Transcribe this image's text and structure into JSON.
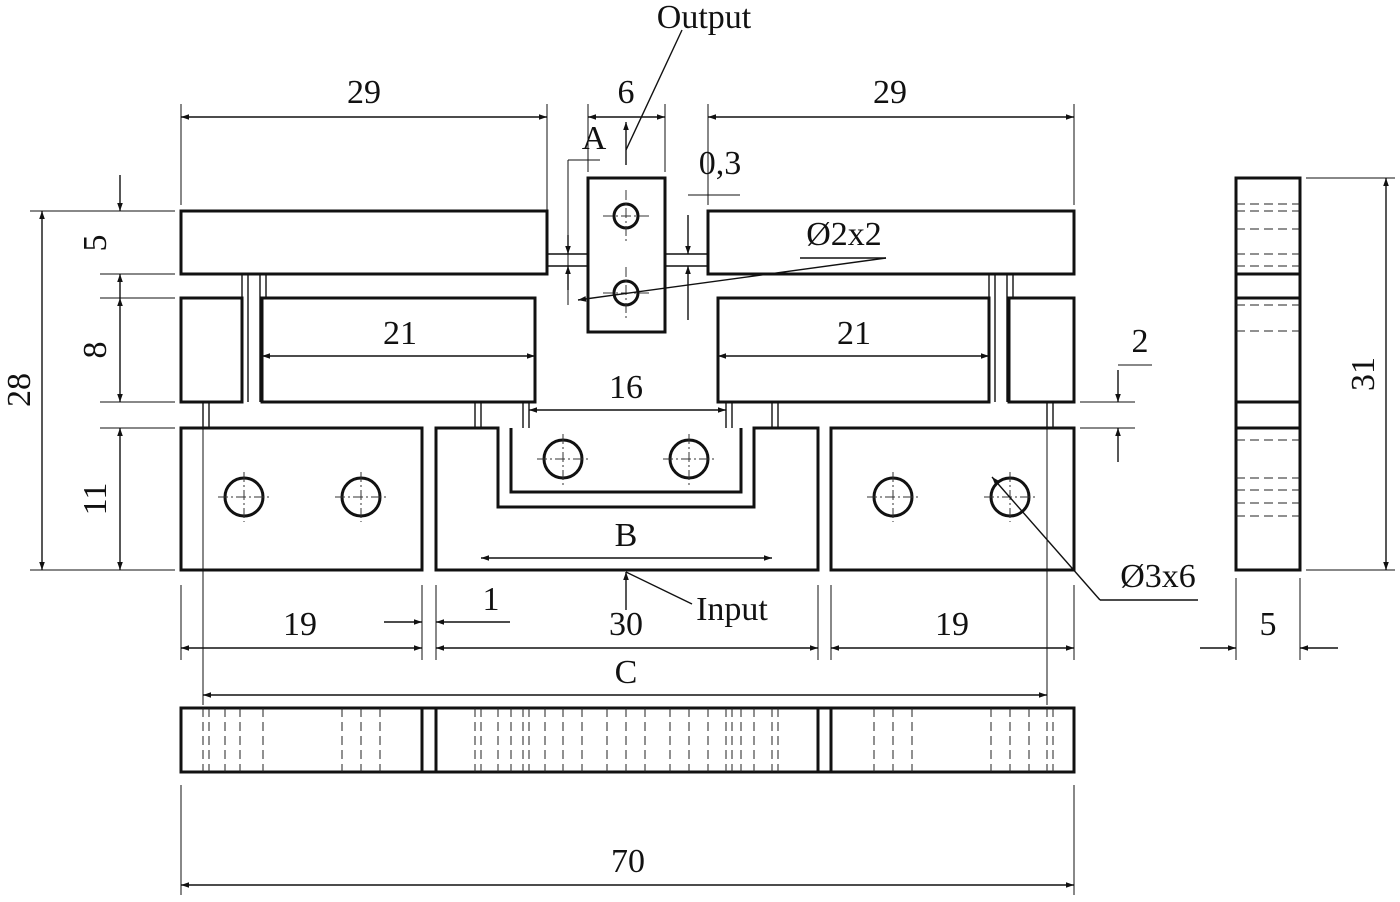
{
  "labels": {
    "output": "Output",
    "input": "Input",
    "a": "A",
    "b": "B",
    "c": "C",
    "hole_small": "Ø2x2",
    "hole_large": "Ø3x6"
  },
  "dimensions": {
    "top_left_width": "29",
    "top_right_width": "29",
    "output_width": "6",
    "gap": "0,3",
    "beam_left": "21",
    "beam_right": "21",
    "center_slot": "16",
    "notch": "2",
    "height_total": "28",
    "height_top": "5",
    "height_mid": "8",
    "height_bottom": "11",
    "bottom_left": "19",
    "bottom_center": "30",
    "bottom_right": "19",
    "slit": "1",
    "overall_width": "70",
    "side_height": "31",
    "side_thickness": "5"
  }
}
